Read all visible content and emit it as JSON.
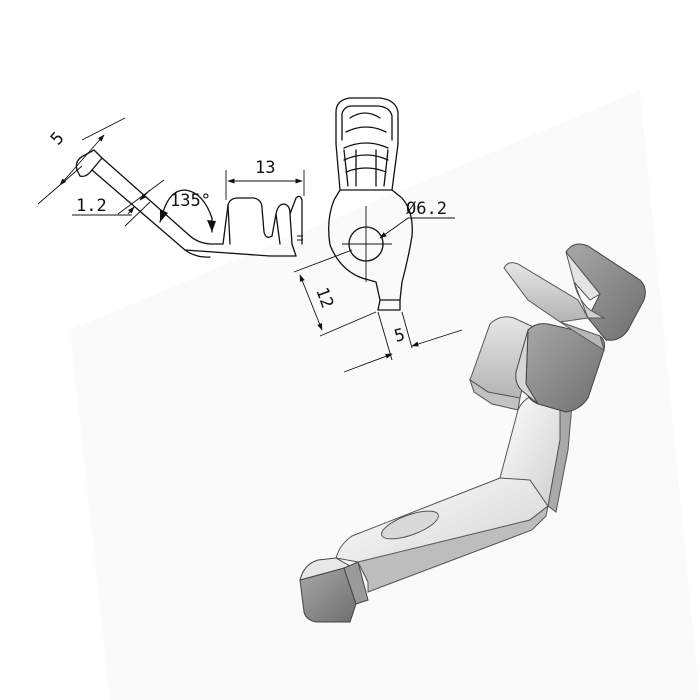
{
  "dimensions": {
    "tab_width": "5",
    "thickness": "1.2",
    "bend_angle": "135°",
    "crimp_length": "13",
    "hole_diameter": "Ø6.2",
    "ring_length": "12",
    "neck_width": "5"
  },
  "colors": {
    "line": "#111111",
    "shaded_light": "#f2f2f2",
    "shaded_mid": "#c9c9c9",
    "shaded_dark": "#8a8a8a"
  }
}
